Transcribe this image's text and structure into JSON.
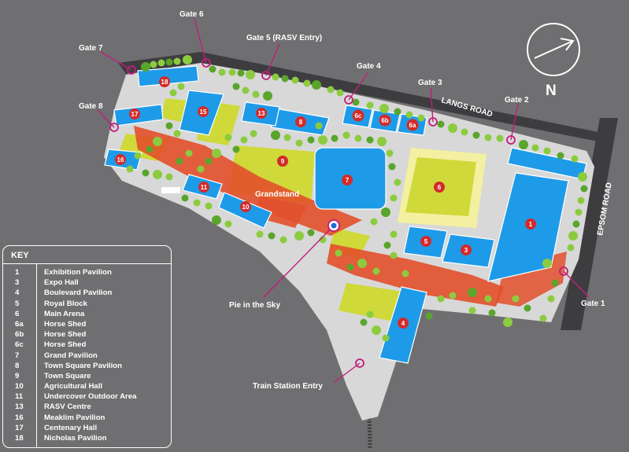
{
  "roads": {
    "langs": "LANGS ROAD",
    "epsom": "EPSOM ROAD"
  },
  "compass": {
    "label": "N"
  },
  "gates": [
    {
      "label": "Gate 1"
    },
    {
      "label": "Gate 2"
    },
    {
      "label": "Gate 3"
    },
    {
      "label": "Gate 4"
    },
    {
      "label": "Gate 5 (RASV Entry)"
    },
    {
      "label": "Gate 6"
    },
    {
      "label": "Gate 7"
    },
    {
      "label": "Gate 8"
    }
  ],
  "landmarks": {
    "grandstand": "Grandstand",
    "pie_in_the_sky": "Pie in the Sky",
    "train_station_entry": "Train Station Entry"
  },
  "building_numbers": [
    "1",
    "3",
    "4",
    "5",
    "6",
    "6a",
    "6b",
    "6c",
    "7",
    "8",
    "9",
    "10",
    "11",
    "13",
    "15",
    "16",
    "17",
    "18"
  ],
  "key": {
    "title": "KEY",
    "items": [
      {
        "num": "1",
        "name": "Exhibition Pavilion"
      },
      {
        "num": "3",
        "name": "Expo Hall"
      },
      {
        "num": "4",
        "name": "Boulevard Pavilion"
      },
      {
        "num": "5",
        "name": "Royal Block"
      },
      {
        "num": "6",
        "name": "Main Arena"
      },
      {
        "num": "6a",
        "name": "Horse Shed"
      },
      {
        "num": "6b",
        "name": "Horse Shed"
      },
      {
        "num": "6c",
        "name": "Horse Shed"
      },
      {
        "num": "7",
        "name": "Grand Pavilion"
      },
      {
        "num": "8",
        "name": "Town Square Pavilion"
      },
      {
        "num": "9",
        "name": "Town Square"
      },
      {
        "num": "10",
        "name": "Agricultural Hall"
      },
      {
        "num": "11",
        "name": "Undercover Outdoor Area"
      },
      {
        "num": "13",
        "name": "RASV Centre"
      },
      {
        "num": "16",
        "name": "Meaklim Pavilion"
      },
      {
        "num": "17",
        "name": "Centenary Hall"
      },
      {
        "num": "18",
        "name": "Nicholas Pavilion"
      }
    ]
  },
  "colors": {
    "background": "#6f6f71",
    "road": "#3d3d40",
    "grounds": "#d8d8d8",
    "building": "#1e9be8",
    "lawn": "#cfd93a",
    "arena": "#f3f0a1",
    "walkway": "#e2502b",
    "tree": "#7ec03c",
    "marker": "#d22b2b",
    "gate": "#c01e79"
  }
}
